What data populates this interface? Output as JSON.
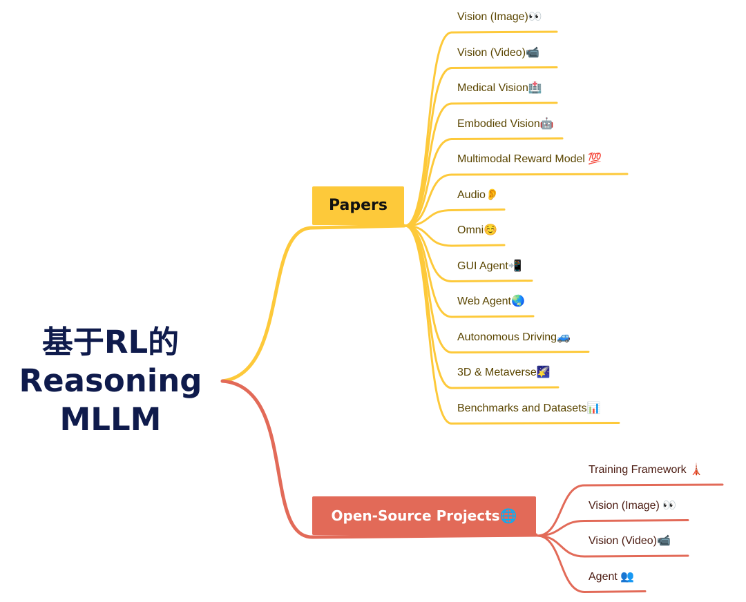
{
  "root": {
    "line1": "基于RL的",
    "line2": "Reasoning",
    "line3": "MLLM"
  },
  "colors": {
    "papers_branch": "#fdc93a",
    "oss_branch": "#e26a58",
    "root_text": "#0f1b4c"
  },
  "papers": {
    "label": "Papers",
    "items": [
      "Vision (Image)👀",
      "Vision (Video)📹",
      "Medical Vision🏥",
      "Embodied Vision🤖",
      "Multimodal Reward Model 💯",
      "Audio👂",
      "Omni☺️",
      "GUI Agent📲",
      "Web Agent🌏",
      "Autonomous Driving🚙",
      "3D & Metaverse🌠",
      "Benchmarks and Datasets📊"
    ]
  },
  "open_source": {
    "label": "Open-Source Projects🌐",
    "items": [
      "Training Framework 🗼",
      "Vision (Image) 👀",
      "Vision (Video)📹",
      "Agent 👥"
    ]
  }
}
